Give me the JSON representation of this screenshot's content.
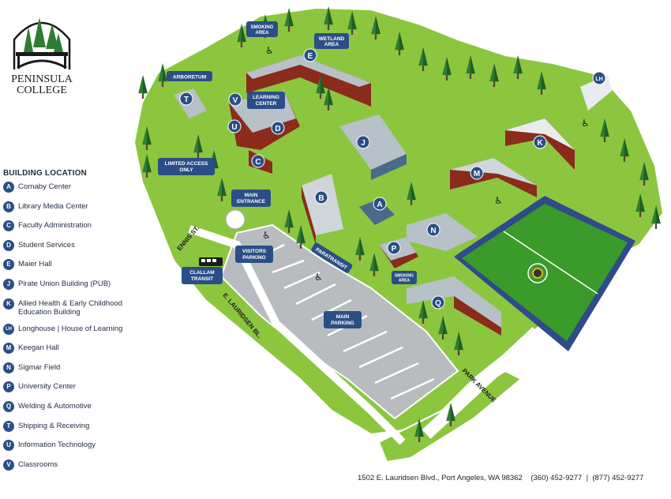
{
  "logo": {
    "line1": "PENINSULA",
    "line2": "COLLEGE"
  },
  "legend": {
    "title": "BUILDING LOCATION",
    "items": [
      {
        "code": "A",
        "label": "Cornaby Center"
      },
      {
        "code": "B",
        "label": "Library Media Center"
      },
      {
        "code": "C",
        "label": "Faculty Administration"
      },
      {
        "code": "D",
        "label": "Student Services"
      },
      {
        "code": "E",
        "label": "Maier Hall"
      },
      {
        "code": "J",
        "label": "Pirate Union Building (PUB)"
      },
      {
        "code": "K",
        "label": "Allied Health & Early Childhood",
        "label2": "Education Building"
      },
      {
        "code": "LH",
        "label": "Longhouse | House of Learning"
      },
      {
        "code": "M",
        "label": "Keegan Hall"
      },
      {
        "code": "N",
        "label": "Sigmar Field"
      },
      {
        "code": "P",
        "label": "University Center"
      },
      {
        "code": "Q",
        "label": "Welding & Automotive"
      },
      {
        "code": "T",
        "label": "Shipping & Receiving"
      },
      {
        "code": "U",
        "label": "Information Technology"
      },
      {
        "code": "V",
        "label": "Classrooms"
      }
    ]
  },
  "map_labels": {
    "smoking_area": [
      "SMOKING",
      "AREA"
    ],
    "wetland_area": [
      "WETLAND",
      "AREA"
    ],
    "arboretum": "ARBORETUM",
    "learning_center": [
      "LEARNING",
      "CENTER"
    ],
    "limited_access": [
      "LIMITED ACCESS",
      "ONLY"
    ],
    "main_entrance": [
      "MAIN",
      "ENTRANCE"
    ],
    "visitors_parking": [
      "VISITORS",
      "PARKING"
    ],
    "paratransit": "PARATRANSIT",
    "smoking_area_2": [
      "SMOKING",
      "AREA"
    ],
    "clallam_transit": [
      "CLALLAM",
      "TRANSIT"
    ],
    "main_parking": [
      "MAIN",
      "PARKING"
    ],
    "ennis_st": "ENNIS ST.",
    "e_lauridsen": "E. LAURIDSEN BL.",
    "park_avenue": "PARK AVENUE"
  },
  "footer": {
    "address": "1502 E. Lauridsen Blvd., Port Angeles, WA 98362",
    "phone1": "(360) 452-9277",
    "separator": "|",
    "phone2": "(877) 452-9277"
  },
  "colors": {
    "grass": "#8cc63f",
    "grass_dark": "#6aa82e",
    "tree": "#2e7d32",
    "path": "#ffffff",
    "parking": "#b9bcbf",
    "building_brick": "#8b2b1c",
    "roof": "#b8c0c8",
    "badge": "#2a4f86",
    "field": "#3a9a2a"
  }
}
